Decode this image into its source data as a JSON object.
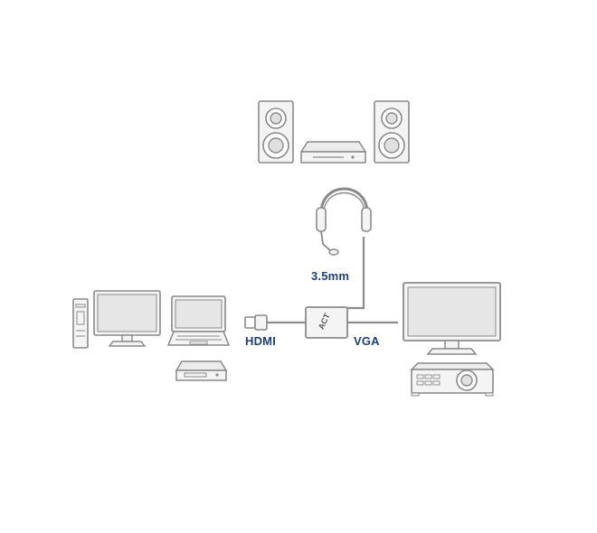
{
  "labels": {
    "audio_port": "3.5mm",
    "hdmi_port": "HDMI",
    "vga_port": "VGA"
  },
  "adapter": {
    "brand": "ACT"
  },
  "icons": {
    "speakers": "speaker-icon",
    "amplifier": "amplifier-icon",
    "headset": "headset-icon",
    "pc_tower": "pc-tower-icon",
    "desktop_monitor": "monitor-icon",
    "laptop": "laptop-icon",
    "media_player": "media-player-icon",
    "display_monitor": "monitor-icon",
    "projector": "projector-icon",
    "hdmi_plug": "hdmi-plug-icon",
    "adapter": "adapter-icon"
  },
  "colors": {
    "label_text": "#1f3f7a",
    "device_stroke": "#8a8a8a",
    "device_fill": "#f4f4f4",
    "screen_fill": "#e6e6e6",
    "cable": "#8c8c8c"
  }
}
